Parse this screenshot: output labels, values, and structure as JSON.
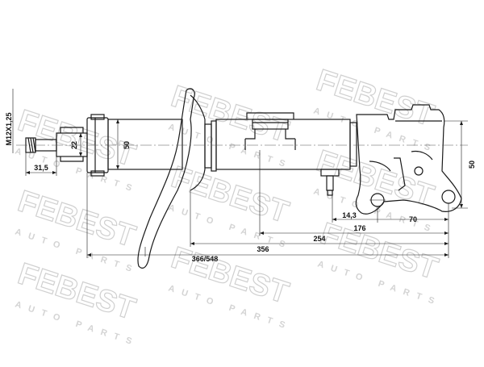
{
  "colors": {
    "line": "#1a1a1a",
    "watermark": "#cfcfcf",
    "background": "#ffffff"
  },
  "watermark": {
    "brand": "FEBEST",
    "tagline": "AUTO PARTS"
  },
  "dimensions": {
    "thread": "M12X1,25",
    "rod_length": "31,5",
    "rod_dia": "22",
    "body_dia": "50",
    "bracket_height": "50",
    "hole_dia": "14,3",
    "hole_spacing": "70",
    "to_hole": "176",
    "to_bracket": "254",
    "to_spring_seat": "356",
    "total_length": "366/548"
  }
}
